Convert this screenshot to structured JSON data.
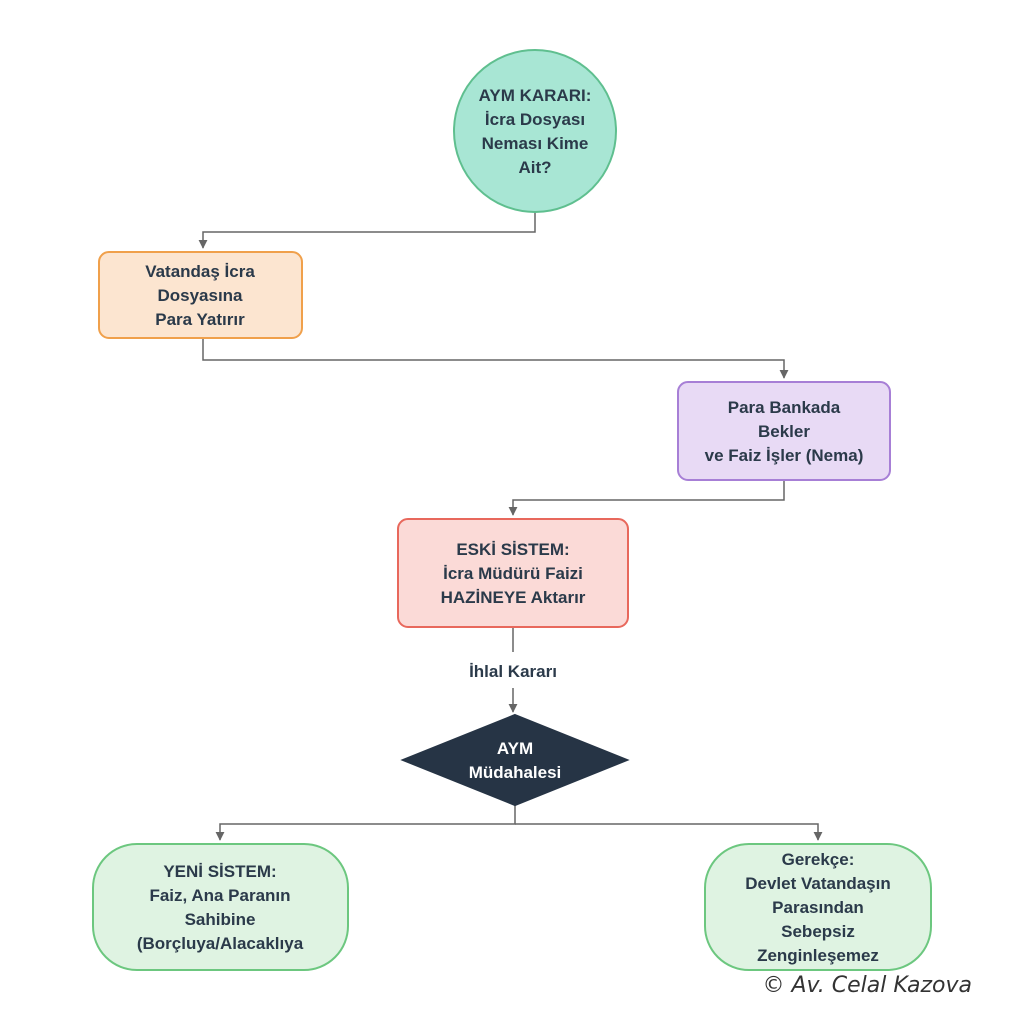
{
  "nodes": {
    "question": {
      "lines": [
        "AYM KARARI:",
        "İcra Dosyası",
        "Neması Kime",
        "Ait?"
      ],
      "fill": "#a8e6d4",
      "stroke": "#5fbf8f"
    },
    "deposit": {
      "lines": [
        "Vatandaş İcra",
        "Dosyasına",
        "Para Yatırır"
      ],
      "fill": "#fce5d0",
      "stroke": "#f0a04b"
    },
    "bank": {
      "lines": [
        "Para Bankada",
        "Bekler",
        "ve Faiz İşler (Nema)"
      ],
      "fill": "#e8daf5",
      "stroke": "#a77fd6"
    },
    "old_system": {
      "lines": [
        "ESKİ SİSTEM:",
        "İcra Müdürü Faizi",
        "HAZİNEYE Aktarır"
      ],
      "fill": "#fbdad7",
      "stroke": "#e8685c"
    },
    "intervention": {
      "lines": [
        "AYM",
        "Müdahalesi"
      ],
      "fill": "#263445",
      "stroke": "#263445"
    },
    "new_system": {
      "lines": [
        "YENİ SİSTEM:",
        "Faiz, Ana Paranın",
        "Sahibine",
        "(Borçluya/Alacaklıya"
      ],
      "fill": "#dff3e2",
      "stroke": "#6cc77f"
    },
    "rationale": {
      "lines": [
        "Gerekçe:",
        "Devlet Vatandaşın",
        "Parasından",
        "Sebepsiz",
        "Zenginleşemez"
      ],
      "fill": "#dff3e2",
      "stroke": "#6cc77f"
    }
  },
  "edge_label": "İhlal Kararı",
  "watermark": "© Av. Celal Kazova"
}
